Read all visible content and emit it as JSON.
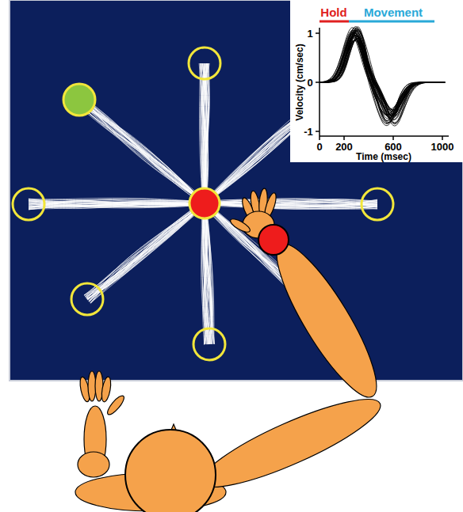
{
  "diagram": {
    "labels": [
      "Hold",
      "Movement",
      "1",
      "0",
      "-1",
      "Velocity (cm/sec)",
      "0",
      "200",
      "600",
      "1000",
      "Time (msec)"
    ]
  }
}
